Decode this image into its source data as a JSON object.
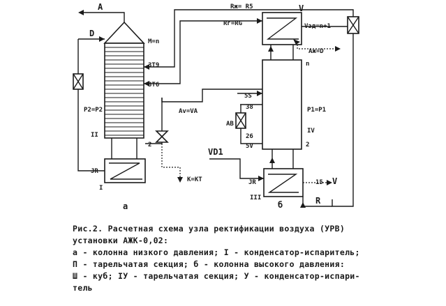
{
  "labels": {
    "A": "A",
    "D": "D",
    "M": "M=n",
    "ST9": "ЗТ9",
    "ST6": "ЗТ6",
    "p2": "P2=P2",
    "II": "II",
    "two_a": "2",
    "JR_a": "JR",
    "one": "I",
    "a": "а",
    "K": "K=KT",
    "Av": "Av=VA",
    "Rzh": "Rж= R5",
    "V_top": "V",
    "Rg": "Rг=RG",
    "Vzd": "Vзд=n+1",
    "Azh": "Aж=D",
    "n_b": "n",
    "S5": "5S",
    "n38": "38",
    "AB": "AB",
    "p1": "P1=P1",
    "IV": "IV",
    "n26": "26",
    "V5": "5V",
    "two_b": "2",
    "VD1": "VD1",
    "JR_b": "JR",
    "III": "III",
    "b": "б",
    "n15": "15",
    "V_right": "V",
    "R": "R"
  },
  "caption": {
    "line1": "Рис.2. Расчетная схема узла ректификации воздуха (УРВ)",
    "line2": "установки АЖК-0,02:",
    "line3": "а - колонна низкого давления; I - конденсатор-испаритель;",
    "line4": "П - тарельчатая секция; б - колонна высокого давления:",
    "line5": "Ш - куб; IУ - тарельчатая секция; У - конденсатор-испари-",
    "line6": "тель"
  }
}
